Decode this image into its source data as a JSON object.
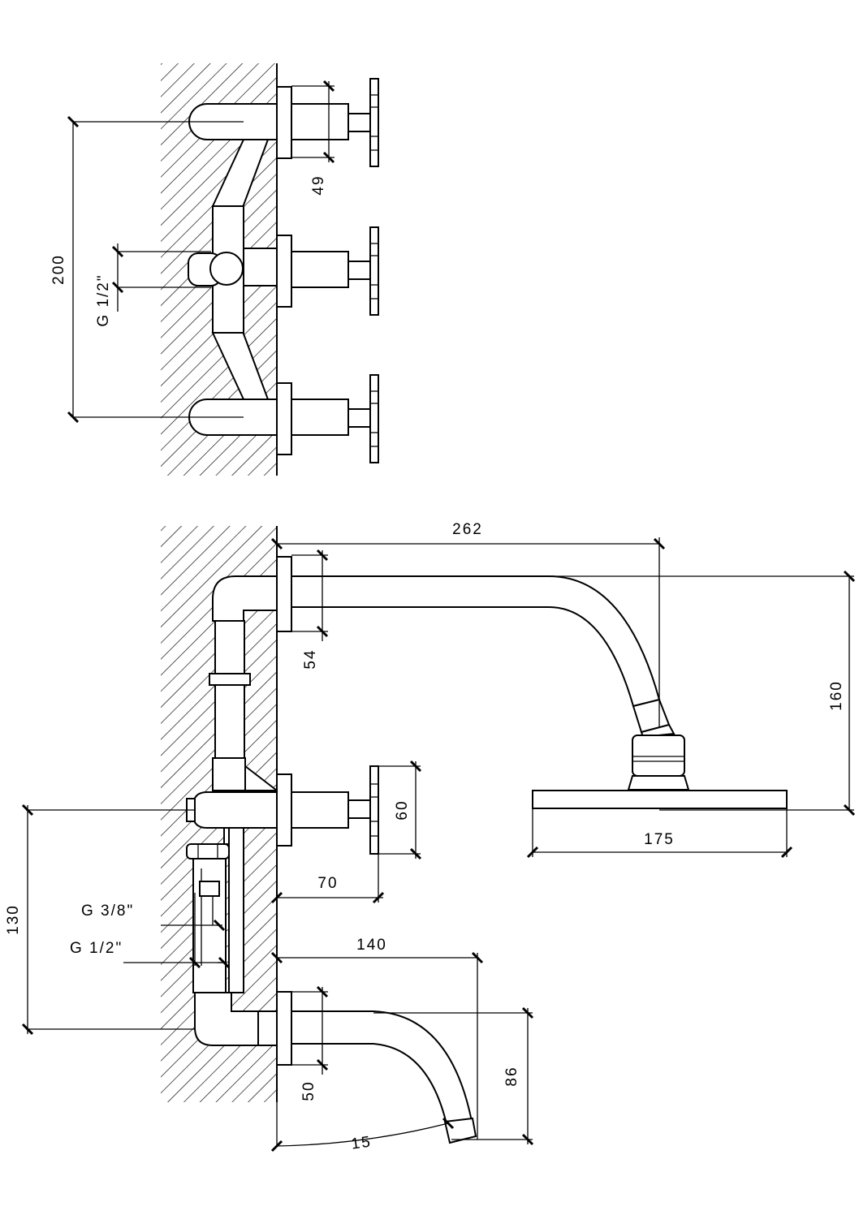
{
  "top_view": {
    "dimensions": {
      "centers": "200",
      "inlet": "G 1/2\"",
      "flange": "49"
    }
  },
  "side_view": {
    "dimensions": {
      "arm_length": "262",
      "flange_shower": "54",
      "shower_drop": "160",
      "head_width": "175",
      "handle_height": "60",
      "handle_projection": "70",
      "inlet_spacing": "130",
      "thread_3_8": "G 3/8\"",
      "thread_1_2": "G 1/2\"",
      "spout_length": "140",
      "flange_spout": "50",
      "spout_drop": "86",
      "spout_angle": "15"
    }
  }
}
